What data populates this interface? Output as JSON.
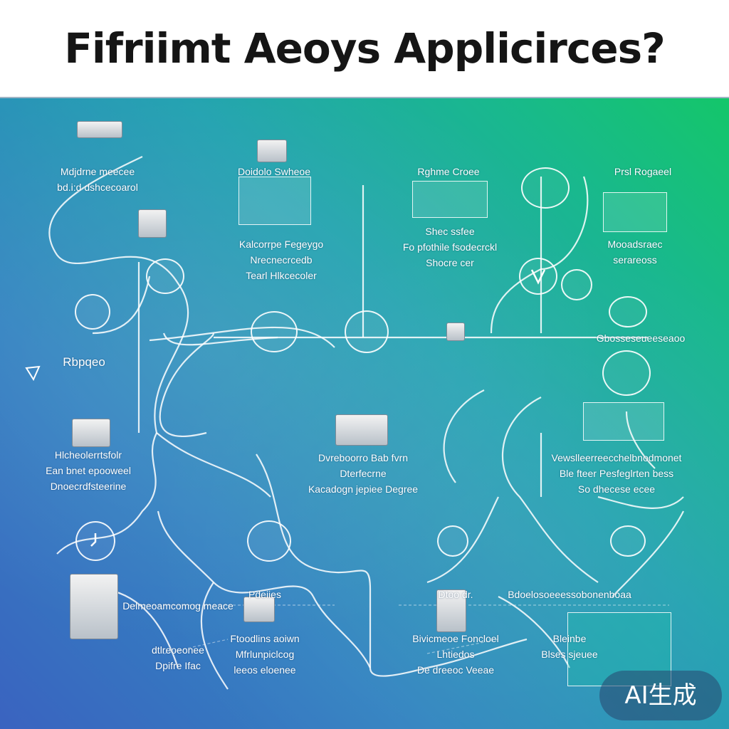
{
  "title": "Fifriimt Aeoys Applicirces?",
  "watermark": "AI生成",
  "colors": {
    "gradient_start": "#3a63c0",
    "gradient_mid": "#22a2b0",
    "gradient_end": "#14c66a",
    "line": "#ffffff"
  },
  "nodes": [
    {
      "id": "n1",
      "lines": [
        "Mdjdrne meecee",
        "bd.i:d dshcecoarol"
      ]
    },
    {
      "id": "n2",
      "lines": [
        "Doidolo Swheoe"
      ]
    },
    {
      "id": "n3",
      "lines": [
        "Rghme Croee"
      ]
    },
    {
      "id": "n4",
      "lines": [
        "Prsl Rogaeel"
      ]
    },
    {
      "id": "n5",
      "lines": [
        "Kalcorrpe Fegeygo",
        "Nrecnecrcedb",
        "Tearl Hlkcecoler"
      ]
    },
    {
      "id": "n6",
      "lines": [
        "Shec ssfee",
        "Fo pfothile fsodecrckl",
        "Shocre cer"
      ]
    },
    {
      "id": "n7",
      "lines": [
        "Mooadsraec",
        "serareoss"
      ]
    },
    {
      "id": "n8",
      "lines": [
        "Rbpqeo"
      ]
    },
    {
      "id": "n9",
      "lines": [
        "Gbosseseueeseaoo"
      ]
    },
    {
      "id": "n10",
      "lines": [
        "Hlcheolerrtsfolr",
        "Ean bnet epooweel",
        "Dnoecrdfsteerine"
      ]
    },
    {
      "id": "n11",
      "lines": [
        "Dvreboorro Bab fvrn",
        "Dterfecrne",
        "Kacadogn jepiee Degree"
      ]
    },
    {
      "id": "n12",
      "lines": [
        "Vewslleerreecchelbnodmonet",
        "Ble fteer Pesfeglrten bess",
        "So dhecese ecee"
      ]
    },
    {
      "id": "n13",
      "lines": [
        "Delmeoamcomog meace",
        "dtlreoeonee",
        "Dpifre Ifac"
      ]
    },
    {
      "id": "n14",
      "lines": [
        "Pdeiies",
        "Ftoodlins aoiwn",
        "Mfrlunpiclcog",
        "leeos eloenee"
      ]
    },
    {
      "id": "n15",
      "lines": [
        "Dtoo dr.",
        "Bivicmeoe Foncloel",
        "Lhtiedos",
        "De dreeoc Veeae"
      ]
    },
    {
      "id": "n16",
      "lines": [
        "Bdoelosoeeessobonenboaa",
        "Bleinbe",
        "Blses sjeuee"
      ]
    }
  ]
}
